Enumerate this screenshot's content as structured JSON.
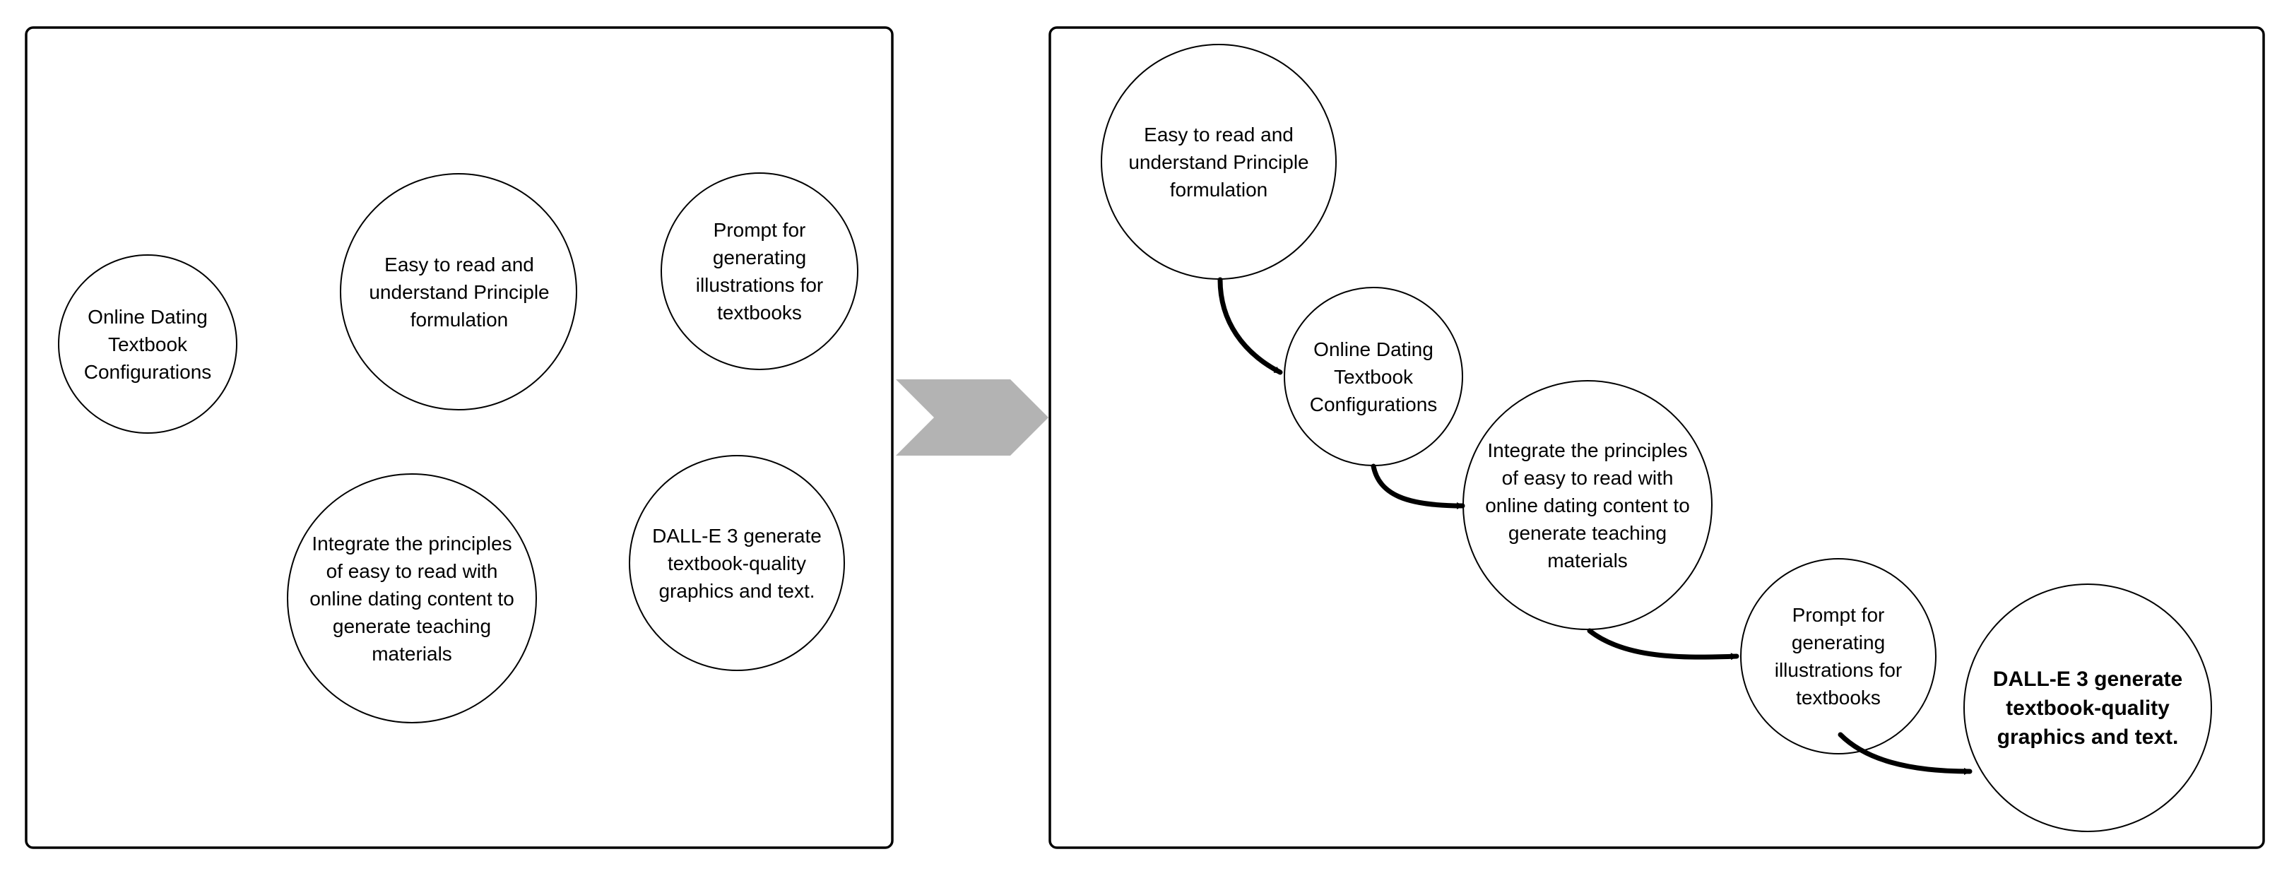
{
  "colors": {
    "stroke": "#000000",
    "chevron": "#b3b3b3",
    "background": "#ffffff"
  },
  "left_panel": {
    "nodes": {
      "online_dating": "Online Dating Textbook Configurations",
      "easy_to_read": "Easy to read and understand Principle formulation",
      "prompt": "Prompt for generating illustrations for textbooks",
      "integrate": "Integrate the principles of easy to read with online dating content to generate teaching materials",
      "dalle": "DALL-E 3 generate textbook-quality graphics and text."
    }
  },
  "right_panel": {
    "steps": {
      "step1": "Easy to read and understand Principle formulation",
      "step2": "Online Dating Textbook Configurations",
      "step3": "Integrate the principles of easy to read with online dating content to generate teaching materials",
      "step4": "Prompt for generating illustrations for textbooks",
      "step5": "DALL-E 3 generate textbook-quality graphics and text."
    }
  }
}
